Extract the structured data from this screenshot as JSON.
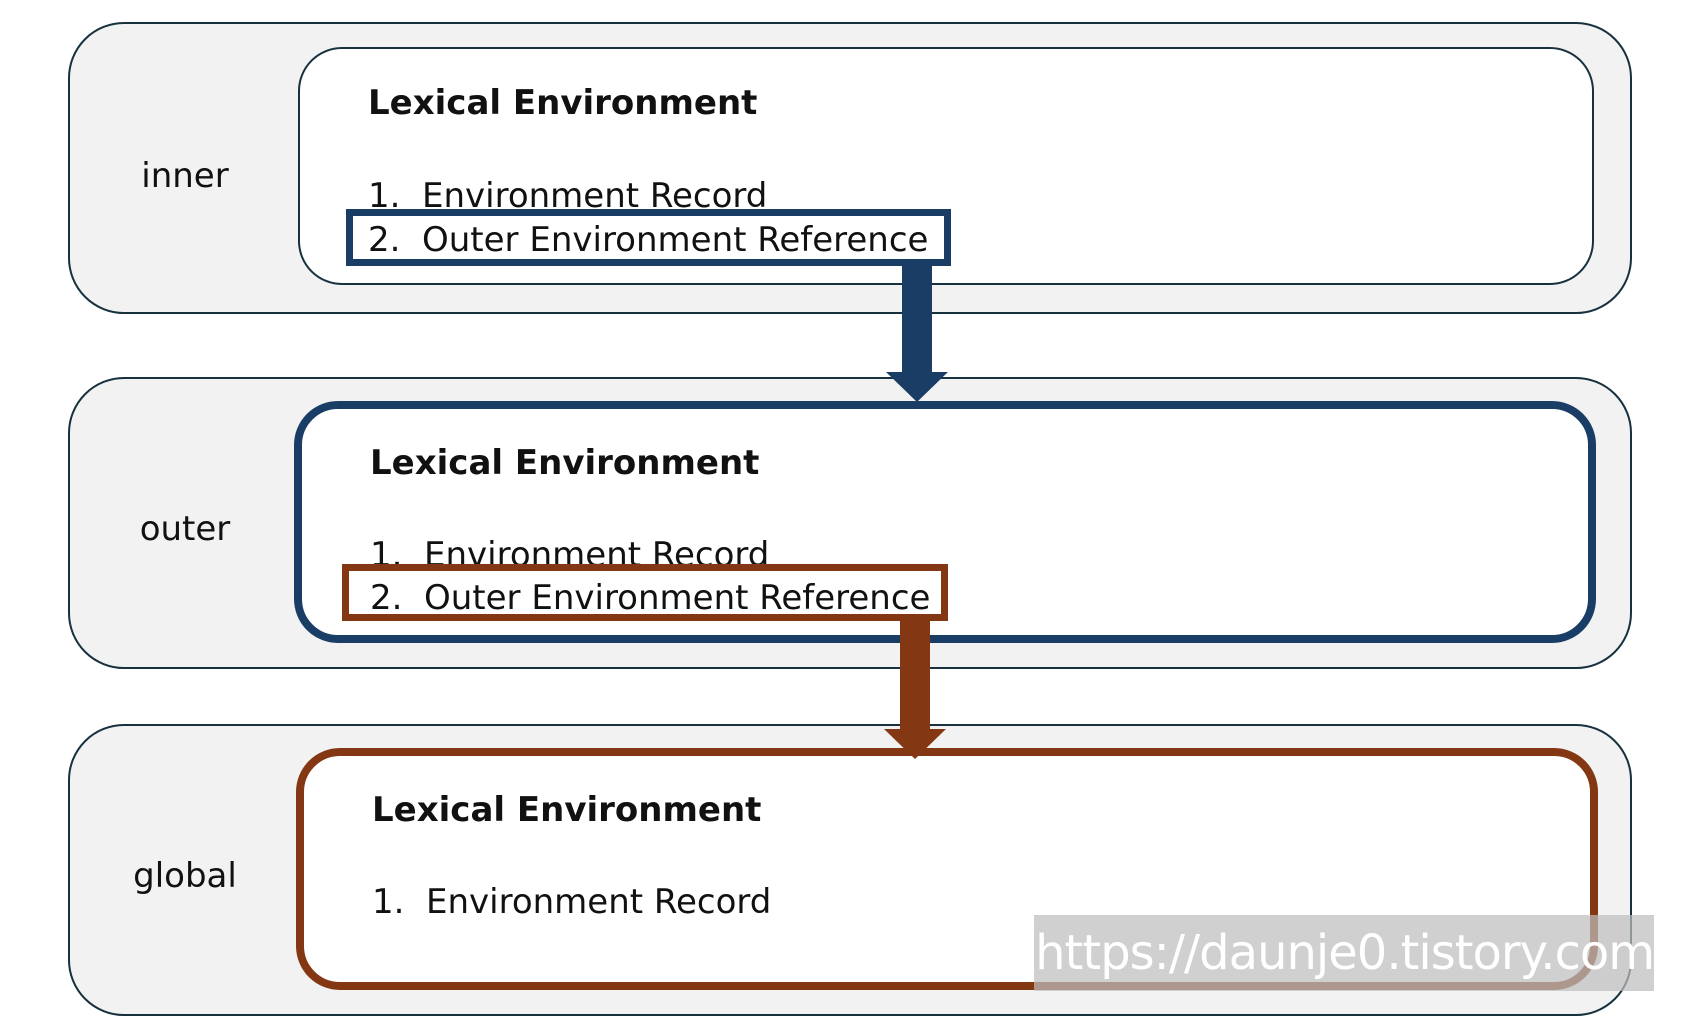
{
  "colors": {
    "frame_fill": "#f2f2f2",
    "frame_border": "#17313f",
    "navy": "#1a3d66",
    "brown": "#843713"
  },
  "environments": [
    {
      "label": "inner",
      "title": "Lexical Environment",
      "items": [
        {
          "num": "1.",
          "text": "Environment Record"
        },
        {
          "num": "2.",
          "text": "Outer Environment Reference"
        }
      ]
    },
    {
      "label": "outer",
      "title": "Lexical Environment",
      "items": [
        {
          "num": "1.",
          "text": "Environment Record"
        },
        {
          "num": "2.",
          "text": "Outer Environment Reference"
        }
      ]
    },
    {
      "label": "global",
      "title": "Lexical Environment",
      "items": [
        {
          "num": "1.",
          "text": "Environment Record"
        }
      ]
    }
  ],
  "arrows": [
    {
      "from": "inner",
      "to": "outer",
      "color": "navy"
    },
    {
      "from": "outer",
      "to": "global",
      "color": "brown"
    }
  ],
  "watermark": "https://daunje0.tistory.com"
}
